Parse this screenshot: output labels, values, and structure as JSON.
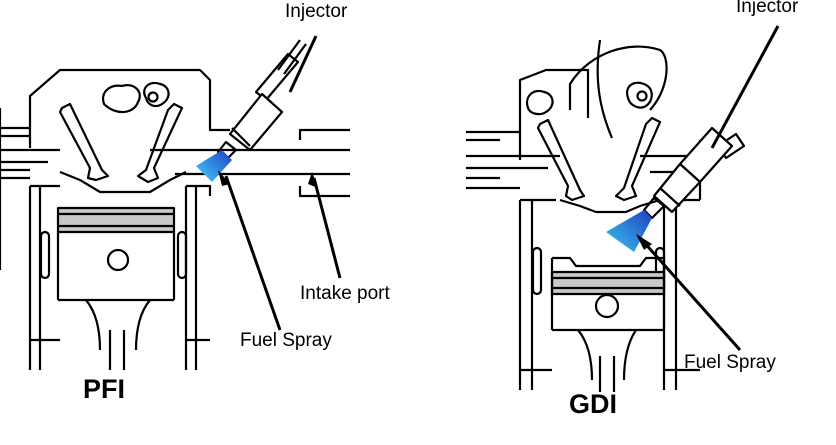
{
  "pfi": {
    "caption": "PFI",
    "injector_label": "Injector",
    "intake_port_label": "Intake port",
    "fuel_spray_label": "Fuel Spray"
  },
  "gdi": {
    "caption": "GDI",
    "injector_label": "Injector",
    "fuel_spray_label": "Fuel Spray"
  },
  "colors": {
    "spray_dark": "#1f3fbf",
    "spray_light": "#3fd4ff",
    "piston_ring": "#c8c8c8"
  }
}
